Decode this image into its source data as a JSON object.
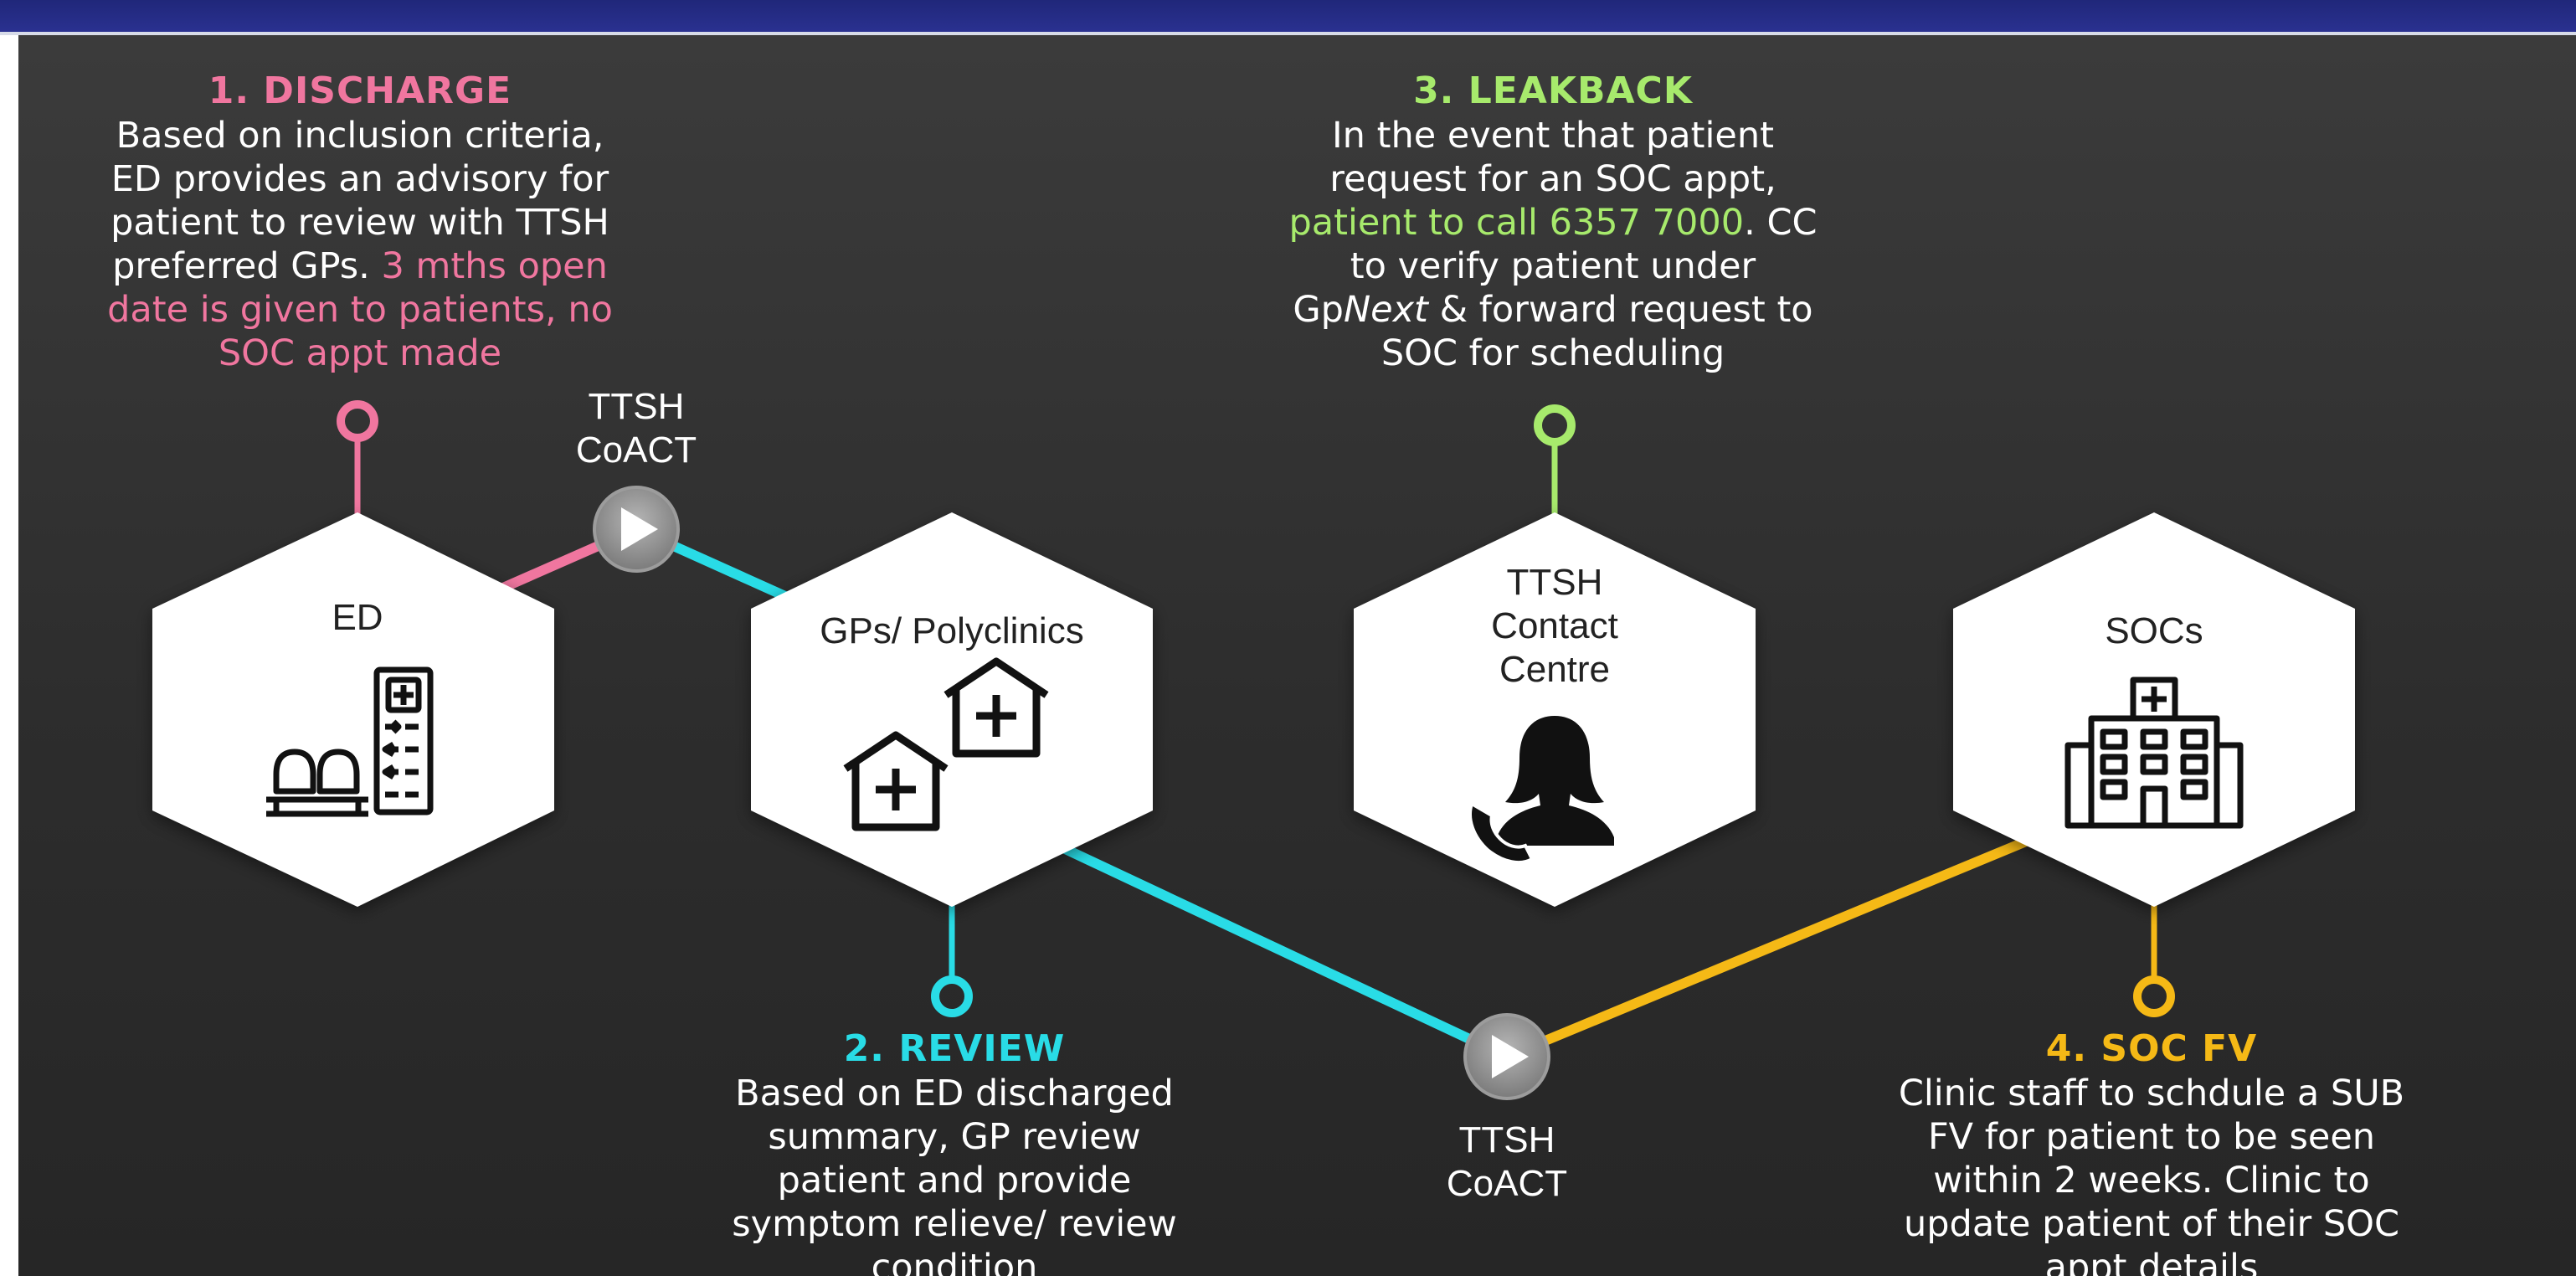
{
  "steps": {
    "discharge": {
      "title": "1. DISCHARGE",
      "line1": "Based on inclusion criteria,",
      "line2": "ED provides an advisory for",
      "line3": "patient to review with TTSH",
      "line4_white": "preferred GPs. ",
      "line4_pink": "3 mths open",
      "line5": "date is given to patients, no",
      "line6": "SOC appt made"
    },
    "review": {
      "title": "2. REVIEW",
      "line1": "Based on ED discharged",
      "line2": "summary, GP review",
      "line3": "patient and provide",
      "line4": "symptom relieve/ review",
      "line5": "condition"
    },
    "leakback": {
      "title": "3. LEAKBACK",
      "line1": "In the event that patient",
      "line2": "request for an SOC appt,",
      "line3_green": "patient to call 6357 7000",
      "line3_white": ". CC",
      "line4": "to verify patient under",
      "line5_a": "Gp",
      "line5_italic": "Next",
      "line5_b": " & forward request to",
      "line6": "SOC for scheduling"
    },
    "soc_fv": {
      "title": "4. SOC FV",
      "line1": "Clinic staff to schdule a SUB",
      "line2": "FV for patient to be seen",
      "line3": "within 2 weeks. Clinic to",
      "line4": "update patient of their SOC",
      "line5": "appt details"
    }
  },
  "nodes": {
    "ed": {
      "label": "ED",
      "icon": "hospital-waiting-icon"
    },
    "gps": {
      "label": "GPs/ Polyclinics",
      "icon": "clinic-houses-icon"
    },
    "contact": {
      "line1": "TTSH",
      "line2": "Contact",
      "line3": "Centre",
      "icon": "call-centre-agent-icon"
    },
    "socs": {
      "label": "SOCs",
      "icon": "hospital-building-icon"
    }
  },
  "connectors": {
    "coact_top": {
      "line1": "TTSH",
      "line2": "CoACT"
    },
    "coact_bottom": {
      "line1": "TTSH",
      "line2": "CoACT"
    }
  },
  "colors": {
    "discharge": "#f0769f",
    "review": "#29dce6",
    "leakback": "#a7ea6c",
    "soc_fv": "#f5b916",
    "banner": "#2a3190"
  }
}
